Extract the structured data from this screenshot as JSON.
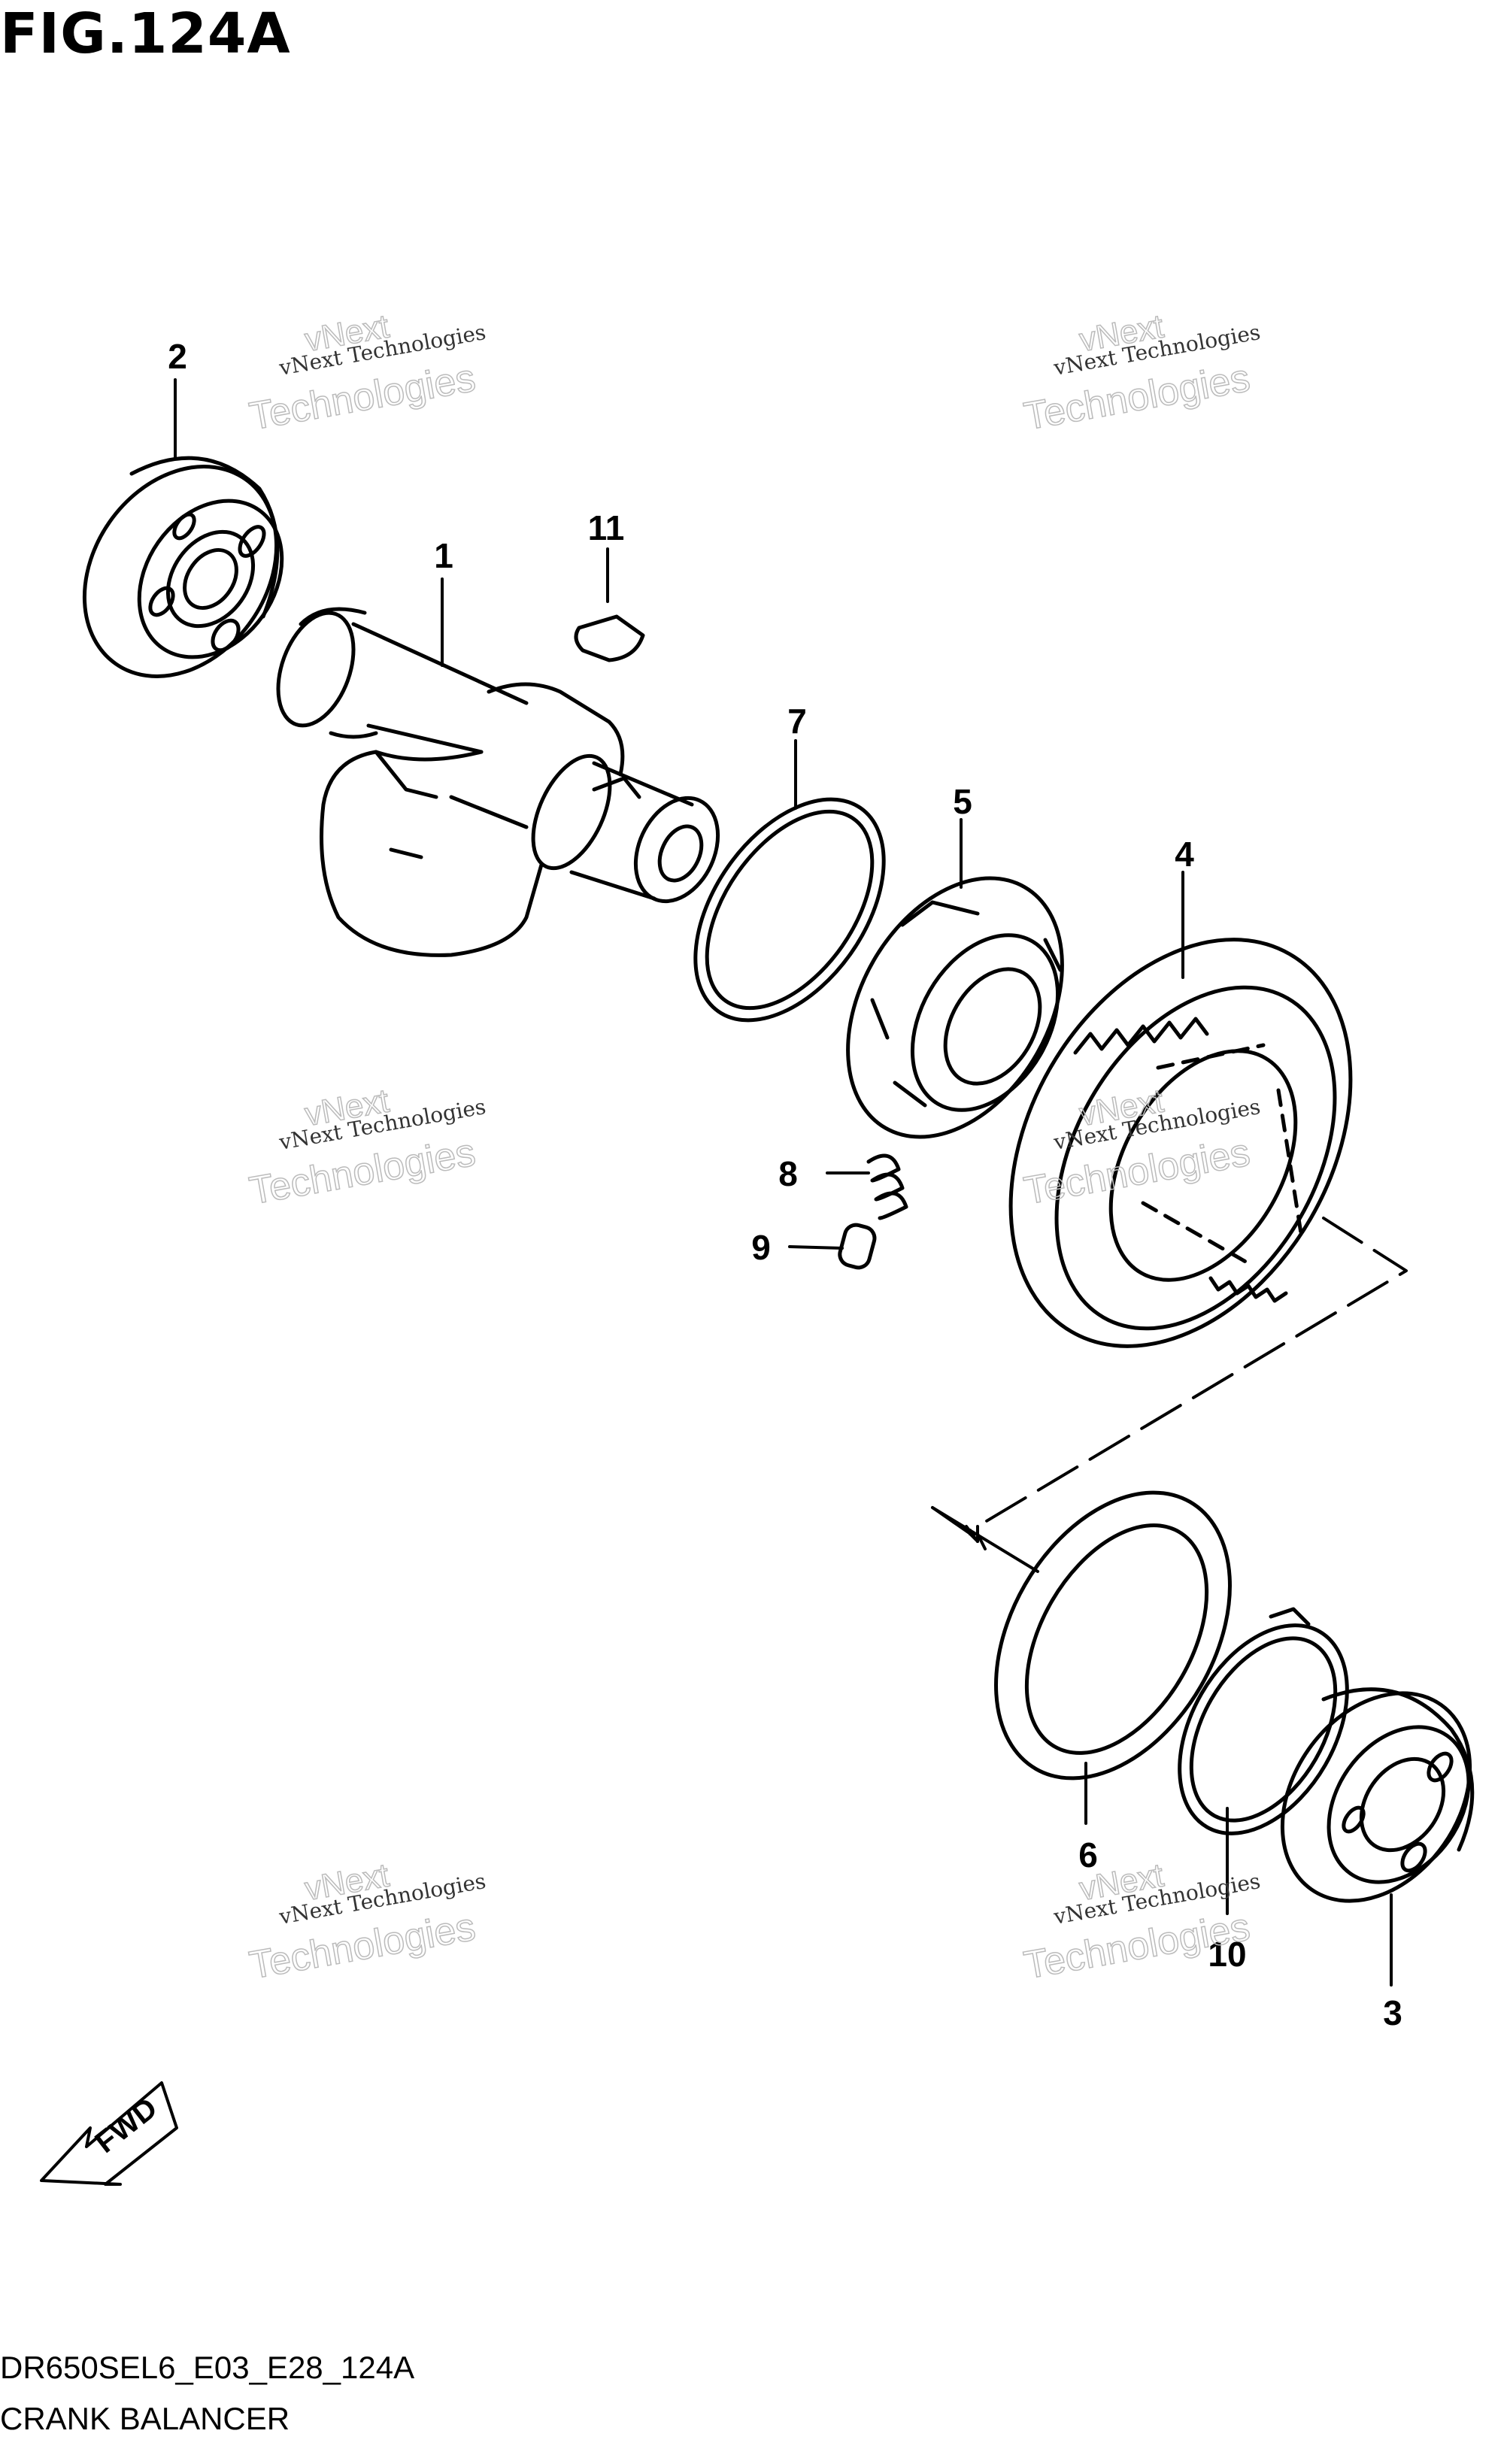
{
  "figure": {
    "title": "FIG.124A",
    "code": "DR650SEL6_E03_E28_124A",
    "name": "CRANK BALANCER"
  },
  "callouts": [
    "1",
    "2",
    "3",
    "4",
    "5",
    "6",
    "7",
    "8",
    "9",
    "10",
    "11"
  ],
  "fwd_label": "FWD",
  "watermark": {
    "line1": "vNext Technologies",
    "line2": "vNext",
    "line3": "Technologies"
  }
}
